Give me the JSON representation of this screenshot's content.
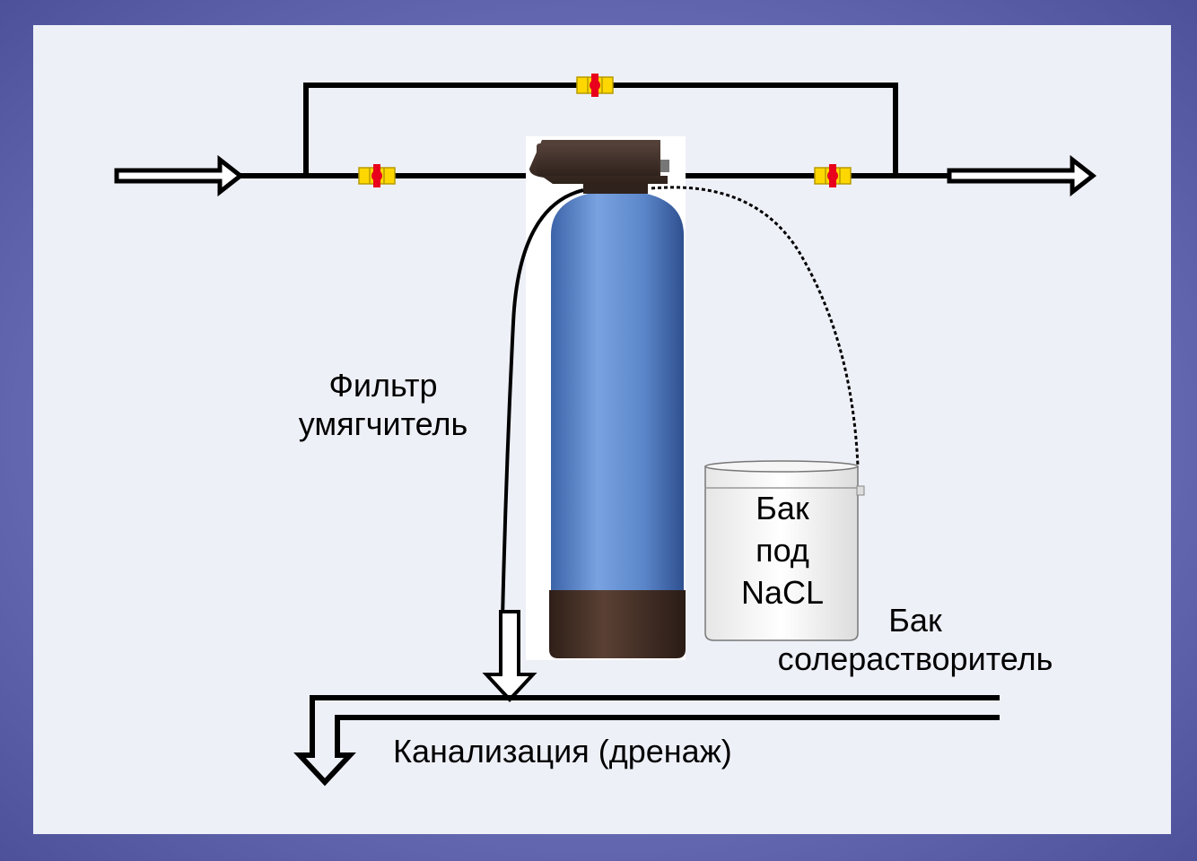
{
  "labels": {
    "filter": [
      "Фильтр",
      "умягчитель"
    ],
    "salt_tank": [
      "Бак",
      "под",
      "NaCL"
    ],
    "brine_tank": [
      "Бак",
      "солерастворитель"
    ],
    "drain": "Канализация (дренаж)"
  },
  "colors": {
    "frame": "#5b5fa6",
    "panel": "#eef0f8",
    "tank_body": "#5b86c9",
    "tank_base": "#4a342b",
    "valve_head": "#3d2c24",
    "valve_body": "#ffd700",
    "valve_handle": "#e8001c"
  }
}
